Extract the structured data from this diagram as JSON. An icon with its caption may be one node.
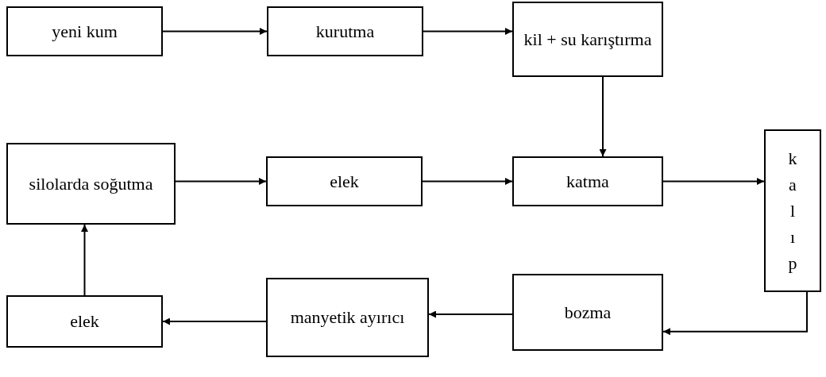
{
  "diagram": {
    "nodes": [
      {
        "text": [
          "yeni kum"
        ]
      },
      {
        "text": [
          "kurutma"
        ]
      },
      {
        "text": [
          "kil + su karıştırma"
        ]
      },
      {
        "text": [
          "silolarda soğutma"
        ]
      },
      {
        "text": [
          "elek"
        ]
      },
      {
        "text": [
          "katma"
        ]
      },
      {
        "text": [
          "kalıp"
        ]
      },
      {
        "text": [
          "bozma"
        ]
      },
      {
        "text": [
          "manyetik ayırıcı"
        ]
      },
      {
        "text": [
          "elek"
        ]
      }
    ],
    "edges": [
      {
        "from": 0,
        "to": 1,
        "arrow": "to"
      },
      {
        "from": 1,
        "to": 2,
        "arrow": "to"
      },
      {
        "from": 2,
        "to": 5,
        "arrow": "to"
      },
      {
        "from": 3,
        "to": 4,
        "arrow": "to"
      },
      {
        "from": 4,
        "to": 5,
        "arrow": "to"
      },
      {
        "from": 5,
        "to": 6,
        "arrow": "to"
      },
      {
        "from": 6,
        "to": 7,
        "arrow": "to"
      },
      {
        "from": 7,
        "to": 8,
        "arrow": "to"
      },
      {
        "from": 8,
        "to": 9,
        "arrow": "to"
      },
      {
        "from": 9,
        "to": 3,
        "arrow": "to"
      }
    ]
  }
}
